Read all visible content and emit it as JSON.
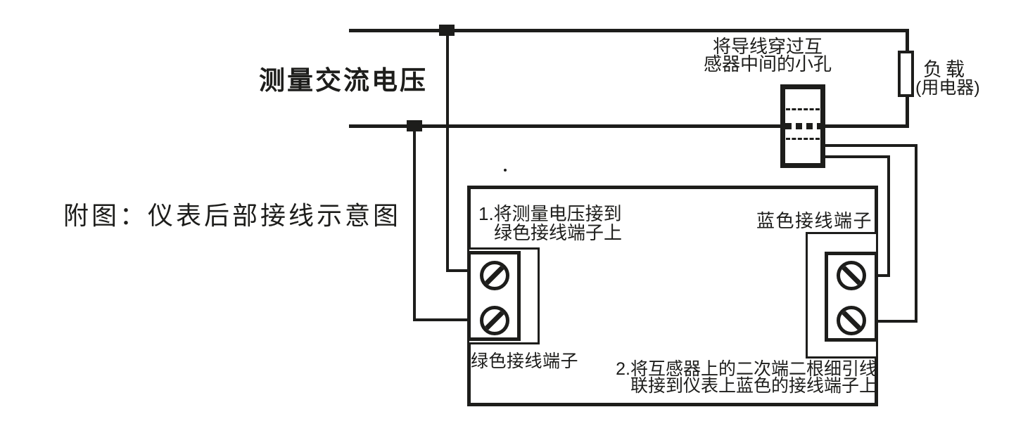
{
  "page": {
    "background": "#ffffff",
    "ink": "#1d1d1b"
  },
  "labels": {
    "figure_caption": "附图：仪表后部接线示意图",
    "source": "测量交流电压",
    "ct_note_line1": "将导线穿过互",
    "ct_note_line2": "感器中间的小孔",
    "load": "负载",
    "load_sub": "(用电器)",
    "step1_line1": "1.将测量电压接到",
    "step1_line2": "绿色接线端子上",
    "blue_terminal": "蓝色接线端子",
    "green_terminal": "绿色接线端子",
    "step2_line1": "2.将互感器上的二次端二根细引线",
    "step2_line2": "联接到仪表上蓝色的接线端子上"
  }
}
